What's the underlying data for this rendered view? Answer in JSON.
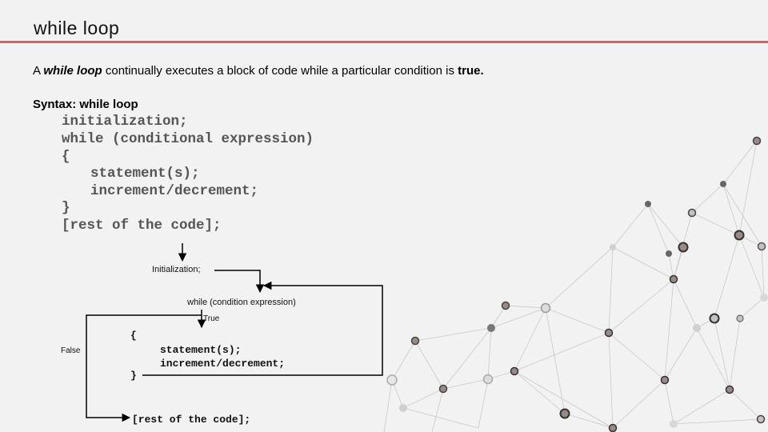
{
  "slide": {
    "title": "while loop",
    "intro": {
      "prefix": "A ",
      "term": "while loop",
      "middle": " continually executes a block of code while a particular condition is ",
      "emph": "true."
    },
    "syntax_heading": "Syntax: while loop",
    "syntax_lines": [
      "initialization;",
      "while (conditional expression)",
      "{",
      "statement(s);",
      "increment/decrement;",
      "}",
      "[rest of the code];"
    ]
  },
  "flowchart": {
    "init_label": "Initialization;",
    "condition_label": "while (condition expression)",
    "true_label": "True",
    "false_label": "False",
    "open_brace": "{",
    "statement": "statement(s);",
    "increment": "increment/decrement;",
    "close_brace": "}",
    "rest": "[rest of the code];"
  },
  "colors": {
    "accent_rule": "#e06060",
    "code_gray": "#555555",
    "background": "#f2f2f2"
  },
  "decoration": "network-graph"
}
